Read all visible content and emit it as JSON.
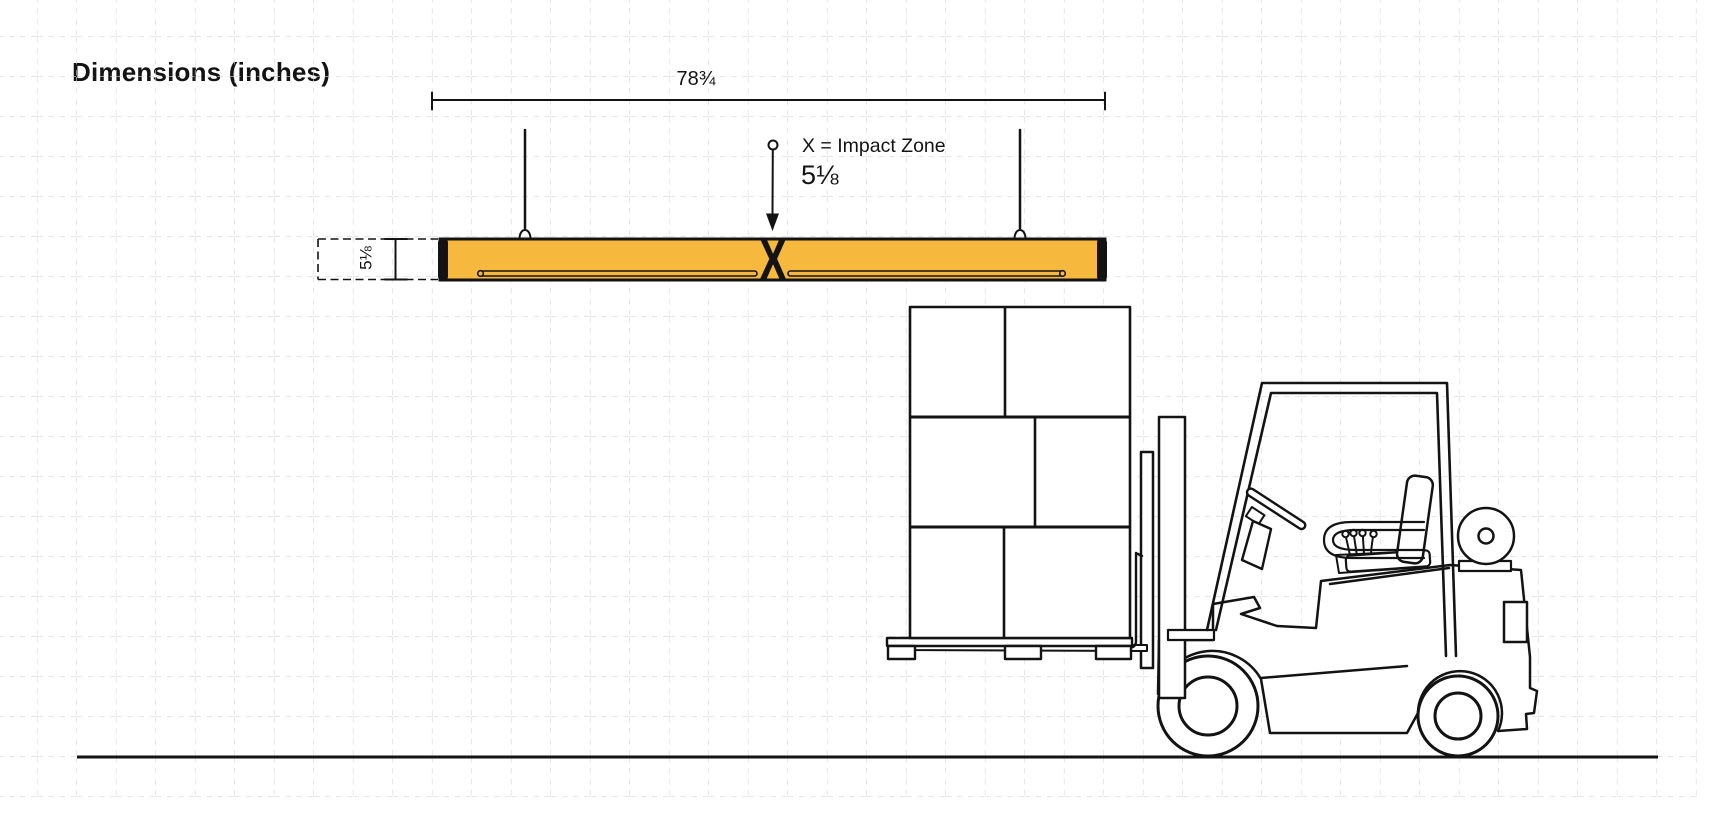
{
  "title": "Dimensions (inches)",
  "dimensions": {
    "length": "78¾",
    "height": "5⅛"
  },
  "impact": {
    "legend": "X = Impact Zone",
    "value": "5⅛",
    "marker": "X"
  },
  "colors": {
    "bar_fill": "#F7B93D",
    "ink": "#131313",
    "grid_line": "#D7D7D7"
  }
}
